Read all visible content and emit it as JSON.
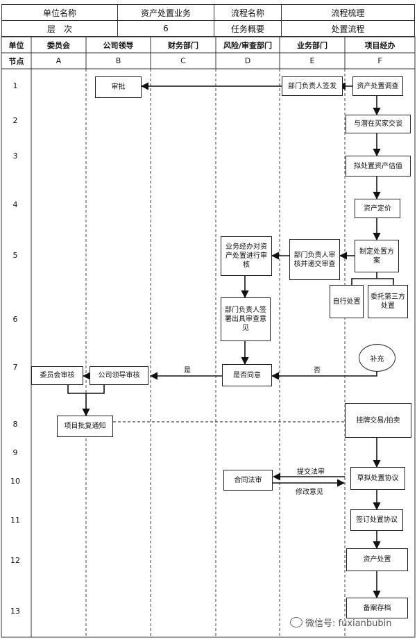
{
  "header": {
    "unit_label": "单位名称",
    "unit_value": "资产处置业务",
    "flow_label": "流程名称",
    "flow_value": "流程梳理",
    "level_label": "层　次",
    "level_value": "6",
    "task_label": "任务概要",
    "task_value": "处置流程"
  },
  "columns": {
    "unit": "单位",
    "node": "节点",
    "names": [
      "委员会",
      "公司领导",
      "财务部门",
      "风险/审查部门",
      "业务部门",
      "项目经办"
    ],
    "codes": [
      "A",
      "B",
      "C",
      "D",
      "E",
      "F"
    ]
  },
  "rows": [
    "1",
    "2",
    "3",
    "4",
    "5",
    "6",
    "7",
    "8",
    "9",
    "10",
    "11",
    "12",
    "13"
  ],
  "nodes": {
    "b1": "审批",
    "e1": "部门负责人签发",
    "f1": "资产处置调查",
    "f2": "与潜在买家交谈",
    "f3": "拟处置资产估值",
    "f4": "资产定价",
    "d5": "业务经办对资产处置进行审核",
    "e5": "部门负责人审核并递交审查",
    "f5": "制定处置方案",
    "f5a": "自行处置",
    "f5b": "委托第三方处置",
    "d6": "部门负责人签署出具审查意见",
    "f6": "补充",
    "a7": "委员会审核",
    "b7": "公司领导审核",
    "d7": "是否同意",
    "a8": "项目批复通知",
    "f8": "挂牌交易/拍卖",
    "d10": "合同法审",
    "f10": "草拟处置协议",
    "f11": "签订处置协议",
    "f12": "资产处置",
    "f13": "备案存档"
  },
  "edge_labels": {
    "yes": "是",
    "no": "否",
    "submit_review": "提交法审",
    "revise": "修改意见"
  },
  "watermark": "微信号: fuxianbubin"
}
